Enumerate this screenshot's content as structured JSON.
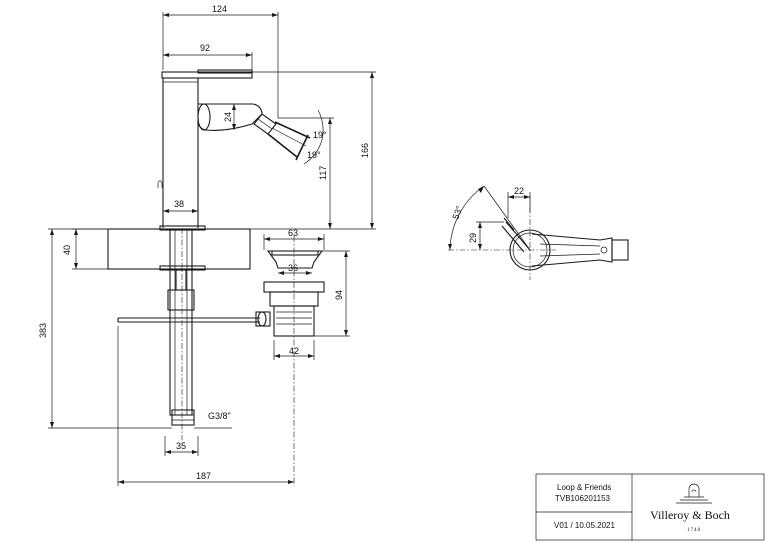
{
  "dimensions": {
    "d124": "124",
    "d92": "92",
    "d24": "24",
    "d19a": "19°",
    "d19b": "19°",
    "d166": "166",
    "d117": "117",
    "d38": "38",
    "d40": "40",
    "d383": "383",
    "d63": "63",
    "d36": "36",
    "d94": "94",
    "d42": "42",
    "thread": "G3/8\"",
    "d35": "35",
    "d187": "187",
    "d22": "22",
    "d53": "53°",
    "d29": "29"
  },
  "title_block": {
    "series": "Loop & Friends",
    "article": "TVB106201153",
    "version": "V01 / 10.05.2021",
    "brand": "Villeroy & Boch",
    "year": "1748"
  }
}
